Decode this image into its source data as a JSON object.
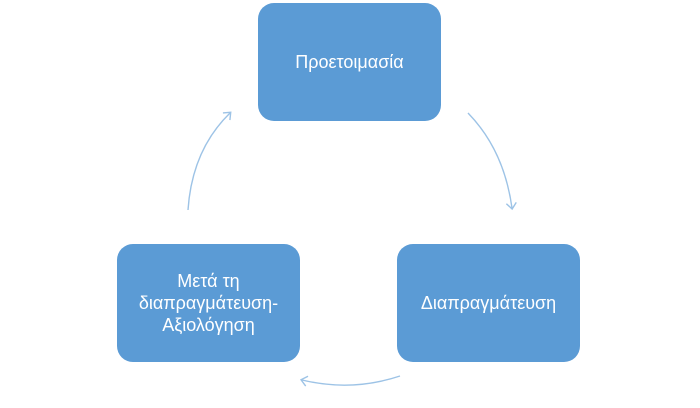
{
  "diagram": {
    "nodes": [
      {
        "id": "top",
        "lines": [
          "Προετοιμασία"
        ]
      },
      {
        "id": "right",
        "lines": [
          "Διαπραγμάτευση"
        ]
      },
      {
        "id": "left",
        "lines": [
          "Μετά τη",
          "διαπραγμάτευση-",
          "Αξιολόγηση"
        ]
      }
    ],
    "edges": [
      {
        "from": "top",
        "to": "right"
      },
      {
        "from": "right",
        "to": "left"
      },
      {
        "from": "left",
        "to": "top"
      }
    ],
    "colors": {
      "node_fill": "#5b9bd5",
      "node_text": "#ffffff",
      "arrow": "#9dc3e6"
    }
  }
}
